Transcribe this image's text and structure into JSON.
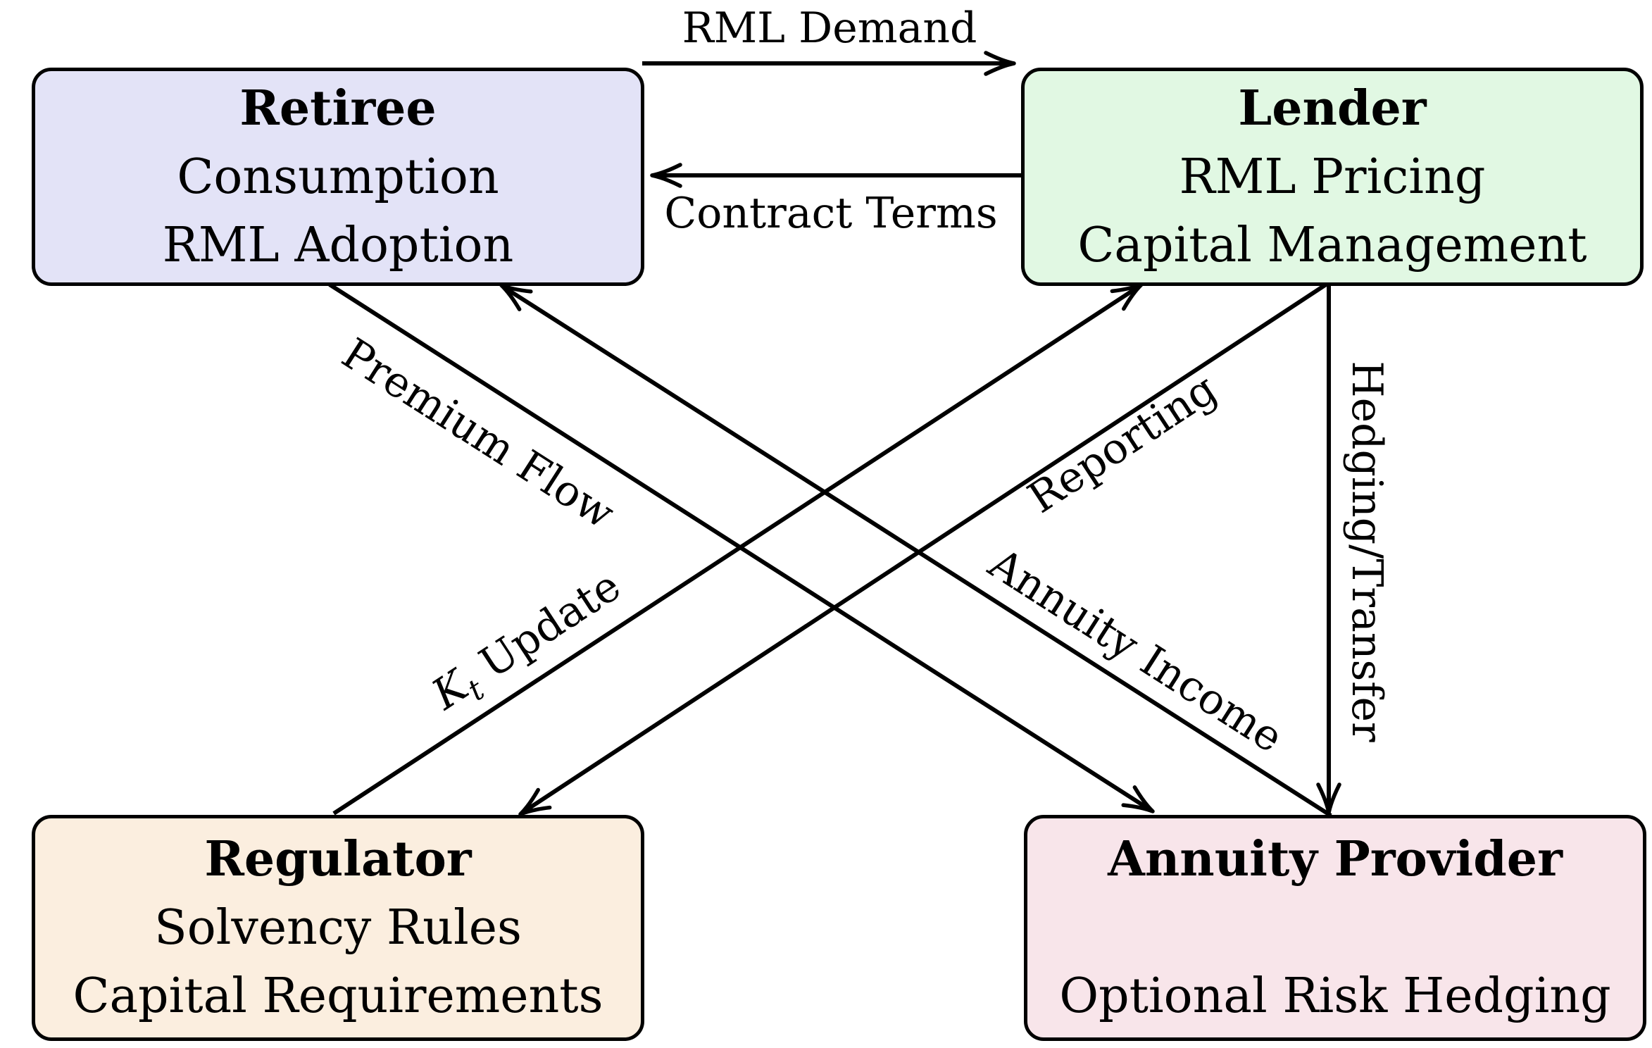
{
  "diagram": {
    "background_color": "#ffffff",
    "edge_color": "#000000",
    "nodes": [
      {
        "id": "retiree",
        "title": "Retiree",
        "line2": "Consumption",
        "line3": "RML Adoption",
        "fill": "#e3e3f7",
        "border": "#000000"
      },
      {
        "id": "lender",
        "title": "Lender",
        "line2": "RML Pricing",
        "line3": "Capital Management",
        "fill": "#e1f8e3",
        "border": "#000000"
      },
      {
        "id": "regulator",
        "title": "Regulator",
        "line2": "Solvency Rules",
        "line3": "Capital Requirements",
        "fill": "#fbeedf",
        "border": "#000000"
      },
      {
        "id": "annuity_provider",
        "title": "Annuity Provider",
        "line2": "",
        "line3": "Optional Risk Hedging",
        "fill": "#f8e5ea",
        "border": "#000000"
      }
    ],
    "edges": [
      {
        "from": "retiree",
        "to": "lender",
        "label": "RML Demand"
      },
      {
        "from": "lender",
        "to": "retiree",
        "label": "Contract Terms"
      },
      {
        "from": "retiree",
        "to": "annuity_provider",
        "label": "Premium Flow"
      },
      {
        "from": "annuity_provider",
        "to": "retiree",
        "label": "Annuity Income"
      },
      {
        "from": "lender",
        "to": "regulator",
        "label": "Reporting"
      },
      {
        "from": "regulator",
        "to": "lender",
        "label": "Kt Update",
        "label_parts": {
          "var": "K",
          "sub": "t",
          "rest": "Update"
        }
      },
      {
        "from": "lender",
        "to": "annuity_provider",
        "label": "Hedging/Transfer"
      }
    ]
  }
}
